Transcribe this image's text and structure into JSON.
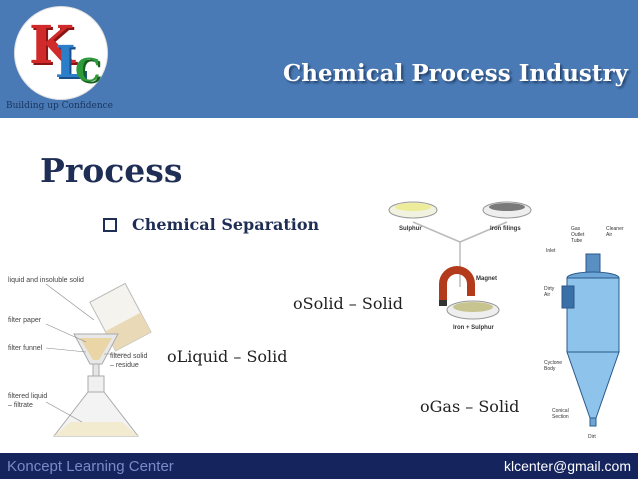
{
  "header": {
    "title": "Chemical Process Industry",
    "tagline": "Building up Confidence",
    "logo_letters": [
      "K",
      "L",
      "C"
    ],
    "background_color": "#4a7ab5"
  },
  "slide": {
    "heading": "Process",
    "bullet": "Chemical Separation",
    "items": [
      "Solid – Solid",
      "Liquid – Solid",
      "Gas – Solid"
    ],
    "item_marker": "o"
  },
  "filtration_diagram": {
    "labels": [
      "liquid and insoluble solid",
      "filter paper",
      "filter funnel",
      "filtered solid",
      "– residue",
      "filtered liquid",
      "– filtrate"
    ]
  },
  "magnet_diagram": {
    "labels": [
      "Sulphur",
      "Iron filings",
      "Magnet",
      "Iron + Sulphur"
    ]
  },
  "cyclone_diagram": {
    "labels": [
      "Gas",
      "Outlet",
      "Tube",
      "Cleaner",
      "Air",
      "Inlet",
      "Dirty",
      "Air",
      "Cyclone",
      "Body",
      "Conical",
      "Section",
      "Dirt"
    ]
  },
  "footer": {
    "left": "Koncept Learning Center",
    "right": "klcenter@gmail.com",
    "background_color": "#16245e"
  }
}
